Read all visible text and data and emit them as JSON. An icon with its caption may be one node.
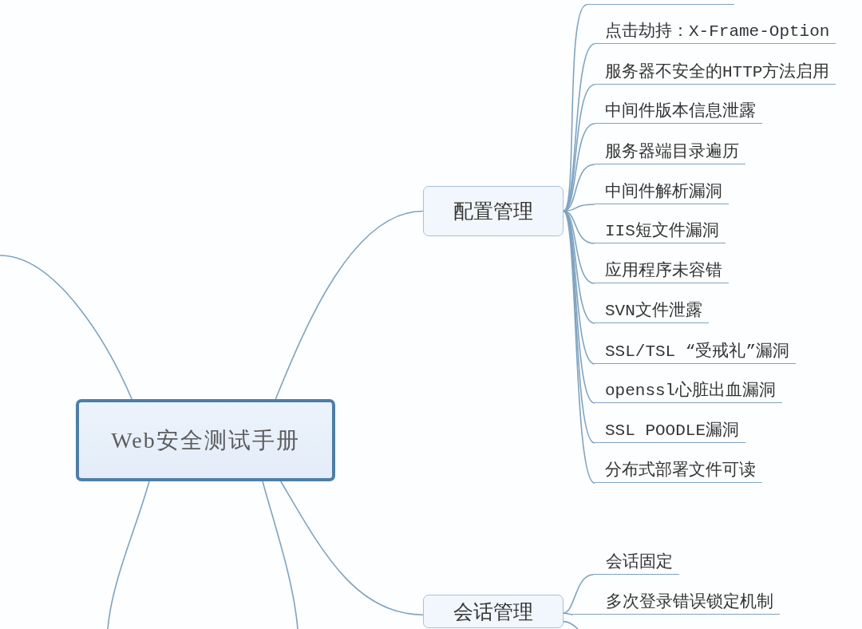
{
  "diagram": {
    "nodes": [
      {
        "text": [
          "Web安全测试手册"
        ]
      },
      {
        "text": [
          "配置管理"
        ]
      },
      {
        "text": [],
        "shape": "bar"
      },
      {
        "text": [
          "点击劫持：X-Frame-Option"
        ]
      },
      {
        "text": [
          "服务器不安全的HTTP方法启用"
        ]
      },
      {
        "text": [
          "中间件版本信息泄露"
        ]
      },
      {
        "text": [
          "服务器端目录遍历"
        ]
      },
      {
        "text": [
          "中间件解析漏洞"
        ]
      },
      {
        "text": [
          "IIS短文件漏洞"
        ]
      },
      {
        "text": [
          "应用程序未容错"
        ]
      },
      {
        "text": [
          "SVN文件泄露"
        ]
      },
      {
        "text": [
          "SSL/TSL “受戒礼”漏洞"
        ]
      },
      {
        "text": [
          "openssl心脏出血漏洞"
        ]
      },
      {
        "text": [
          "SSL POODLE漏洞"
        ]
      },
      {
        "text": [
          "分布式部署文件可读"
        ]
      },
      {
        "text": [
          "会话管理"
        ]
      },
      {
        "text": [
          "会话固定"
        ]
      },
      {
        "text": [
          "多次登录错误锁定机制"
        ]
      }
    ],
    "edges": [
      {
        "from": 0,
        "to": 1,
        "arrow": "none"
      },
      {
        "from": 1,
        "to": 2,
        "arrow": "none"
      },
      {
        "from": 1,
        "to": 3,
        "arrow": "none"
      },
      {
        "from": 1,
        "to": 4,
        "arrow": "none"
      },
      {
        "from": 1,
        "to": 5,
        "arrow": "none"
      },
      {
        "from": 1,
        "to": 6,
        "arrow": "none"
      },
      {
        "from": 1,
        "to": 7,
        "arrow": "none"
      },
      {
        "from": 1,
        "to": 8,
        "arrow": "none"
      },
      {
        "from": 1,
        "to": 9,
        "arrow": "none"
      },
      {
        "from": 1,
        "to": 10,
        "arrow": "none"
      },
      {
        "from": 1,
        "to": 11,
        "arrow": "none"
      },
      {
        "from": 1,
        "to": 12,
        "arrow": "none"
      },
      {
        "from": 1,
        "to": 13,
        "arrow": "none"
      },
      {
        "from": 1,
        "to": 14,
        "arrow": "none"
      },
      {
        "from": 0,
        "to": 15,
        "arrow": "none"
      },
      {
        "from": 15,
        "to": 16,
        "arrow": "none"
      },
      {
        "from": 15,
        "to": 17,
        "arrow": "none"
      },
      {
        "from": 15,
        "to": null,
        "arrow": "none"
      },
      {
        "from": 0,
        "to": null,
        "arrow": "none"
      },
      {
        "from": 0,
        "to": null,
        "arrow": "none"
      },
      {
        "from": 0,
        "to": null,
        "arrow": "none"
      }
    ]
  }
}
